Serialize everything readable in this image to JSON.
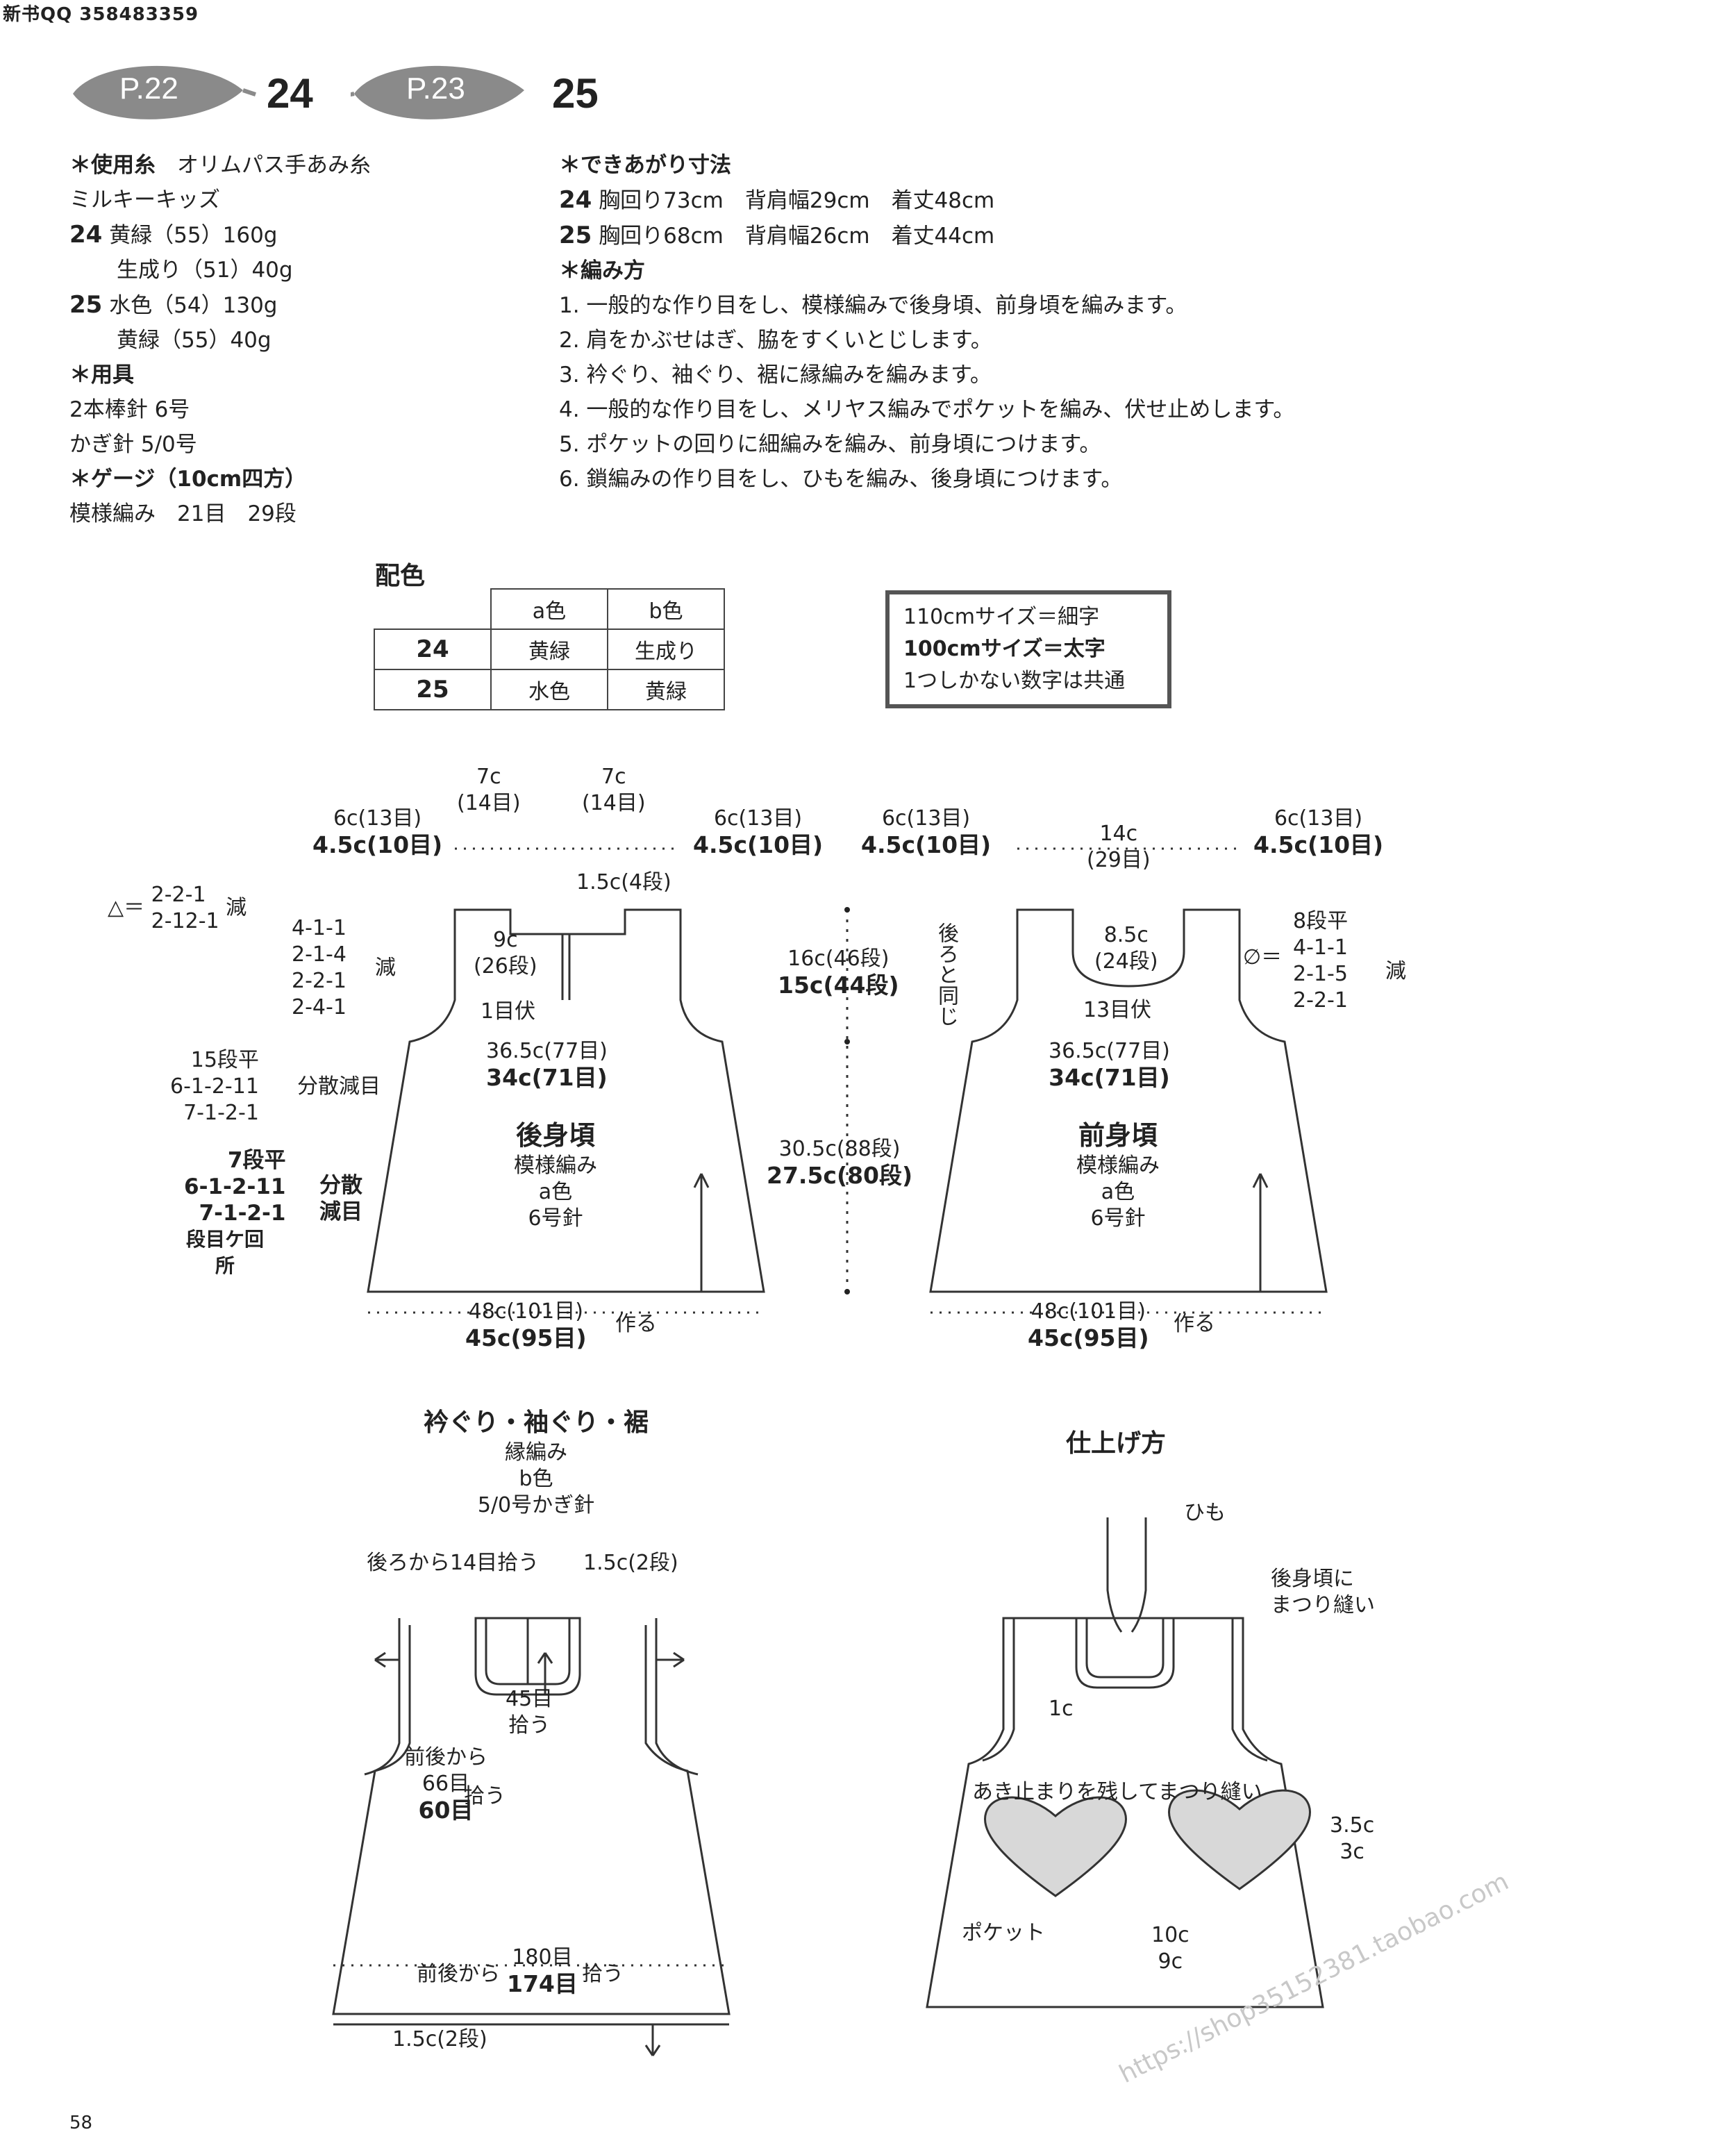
{
  "header": {
    "watermark_top": "新书QQ 358483359",
    "page_number": "58",
    "watermark_diag": "https://shop35152381.taobao.com"
  },
  "patterns": [
    {
      "page_ref": "P.22",
      "number": "24"
    },
    {
      "page_ref": "P.23",
      "number": "25"
    }
  ],
  "materials": {
    "yarn_heading": "＊使用糸",
    "yarn_brand": "オリムパス手あみ糸",
    "yarn_name": "ミルキーキッズ",
    "y24_num": "24",
    "y24_a": "黄緑（55）160g",
    "y24_b": "生成り（51）40g",
    "y25_num": "25",
    "y25_a": "水色（54）130g",
    "y25_b": "黄緑（55）40g",
    "tools_heading": "＊用具",
    "tool1": "2本棒針 6号",
    "tool2": "かぎ針 5/0号",
    "gauge_heading": "＊ゲージ（10cm四方）",
    "gauge": "模様編み　21目　29段"
  },
  "finished": {
    "heading": "＊できあがり寸法",
    "s24_num": "24",
    "s24": "胸回り73cm　背肩幅29cm　着丈48cm",
    "s25_num": "25",
    "s25": "胸回り68cm　背肩幅26cm　着丈44cm"
  },
  "method": {
    "heading": "＊編み方",
    "steps": [
      "1. 一般的な作り目をし、模様編みで後身頃、前身頃を編みます。",
      "2. 肩をかぶせはぎ、脇をすくいとじします。",
      "3. 衿ぐり、袖ぐり、裾に縁編みを編みます。",
      "4. 一般的な作り目をし、メリヤス編みでポケットを編み、伏せ止めします。",
      "5. ポケットの回りに細編みを編み、前身頃につけます。",
      "6. 鎖編みの作り目をし、ひもを編み、後身頃につけます。"
    ]
  },
  "color_table": {
    "title": "配色",
    "col_a": "a色",
    "col_b": "b色",
    "rows": [
      {
        "id": "24",
        "a": "黄緑",
        "b": "生成り"
      },
      {
        "id": "25",
        "a": "水色",
        "b": "黄緑"
      }
    ]
  },
  "legend": {
    "line1": "110cmサイズ＝細字",
    "line2": "100cmサイズ＝太字",
    "line3": "1つしかない数字は共通"
  },
  "back": {
    "shoulder_l_thin": "6c(13目)",
    "shoulder_l_bold": "4.5c(10目)",
    "neck_7c_l": "7c",
    "neck_14_l": "(14目)",
    "neck_7c_r": "7c",
    "neck_14_r": "(14目)",
    "shoulder_r_thin": "6c(13目)",
    "shoulder_r_bold": "4.5c(10目)",
    "tri_dec_1": "2-2-1",
    "tri_dec_2": "2-12-1",
    "tri_eq": "△＝",
    "dec": "減",
    "neck_top": "1.5c(4段)",
    "armhole_dec": [
      "4-1-1",
      "2-1-4",
      "2-2-1",
      "2-4-1"
    ],
    "slit_w": "9c",
    "slit_rows": "(26段)",
    "bind1": "1目伏",
    "chest_thin": "36.5c(77目)",
    "chest_bold": "34c(71目)",
    "side_thin": [
      "15段平",
      "6-1-2-11",
      "7-1-2-1"
    ],
    "side_thin_note": "分散減目",
    "side_bold": [
      "7段平",
      "6-1-2-11",
      "7-1-2-1"
    ],
    "side_bold_note1": "分散",
    "side_bold_note2": "減目",
    "side_note3": "段目ケ回",
    "side_note4": "所",
    "title": "後身頃",
    "stitch": "模様編み",
    "color": "a色",
    "needle": "6号針",
    "hem_thin": "48c(101目)",
    "hem_bold": "45c(95目)",
    "cast_on": "作る"
  },
  "mid": {
    "arm_thin": "16c(46段)",
    "arm_bold": "15c(44段)",
    "body_thin": "30.5c(88段)",
    "body_bold": "27.5c(80段)"
  },
  "front": {
    "shoulder_l_thin": "6c(13目)",
    "shoulder_l_bold": "4.5c(10目)",
    "neck_w": "14c",
    "neck_sts": "(29目)",
    "shoulder_r_thin": "6c(13目)",
    "shoulder_r_bold": "4.5c(10目)",
    "same_as_back": "後ろと同じ",
    "neck_depth": "8.5c",
    "neck_rows": "(24段)",
    "bind13": "13目伏",
    "phi_eq": "∅＝",
    "phi_dec": [
      "8段平",
      "4-1-1",
      "2-1-5",
      "2-2-1"
    ],
    "dec": "減",
    "chest_thin": "36.5c(77目)",
    "chest_bold": "34c(71目)",
    "title": "前身頃",
    "stitch": "模様編み",
    "color": "a色",
    "needle": "6号針",
    "hem_thin": "48c(101目)",
    "hem_bold": "45c(95目)",
    "cast_on": "作る"
  },
  "edging": {
    "title": "衿ぐり・袖ぐり・裾",
    "stitch": "縁編み",
    "color": "b色",
    "hook": "5/0号かぎ針",
    "pick_back": "後ろから14目拾う",
    "edge_w": "1.5c(2段)",
    "pick45_a": "45目",
    "pick45_b": "拾う",
    "arm_a": "前後から",
    "arm_thin": "66目",
    "arm_bold": "60目",
    "arm_pick": "拾う",
    "hem_a": "前後から",
    "hem_thin": "180目",
    "hem_bold": "174目",
    "hem_pick": "拾う",
    "bottom_w": "1.5c(2段)"
  },
  "finishing": {
    "title": "仕上げ方",
    "tie": "ひも",
    "attach_back_1": "後身頃に",
    "attach_back_2": "まつり縫い",
    "one_c": "1c",
    "pocket_sew": "あき止まりを残してまつり縫い",
    "pocket": "ポケット",
    "pw_thin": "3.5c",
    "pw_bold": "3c",
    "ph_thin": "10c",
    "ph_bold": "9c"
  }
}
